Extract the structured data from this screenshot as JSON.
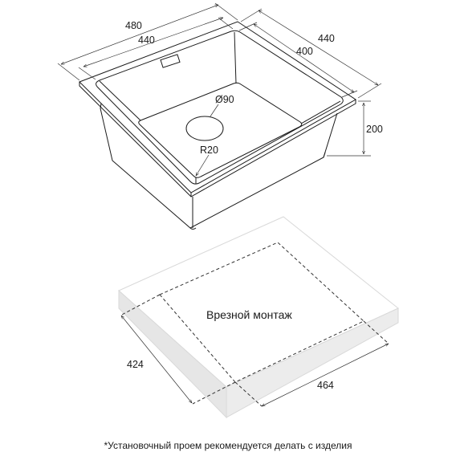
{
  "sink_dimensions": {
    "overall_width": "480",
    "inner_width": "440",
    "overall_depth": "440",
    "inner_depth": "400",
    "height": "200",
    "drain_diameter": "Ø90",
    "corner_radius": "R20"
  },
  "cutout": {
    "label": "Врезной монтаж",
    "depth": "424",
    "width": "464"
  },
  "footnote": "*Установочный проем рекомендуется делать с изделия",
  "colors": {
    "line": "#1a1a1a",
    "countertop_edge": "#e6e6e6"
  }
}
